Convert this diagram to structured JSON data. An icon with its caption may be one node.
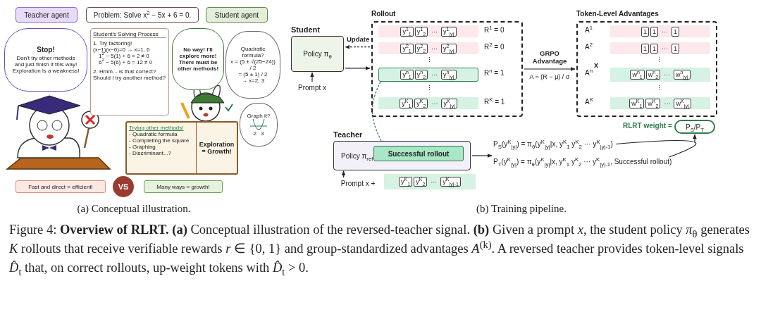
{
  "diagram": {
    "caption": "Figure 4: **Overview of RLRT.** **(a)** Conceptual illustration of the reversed-teacher signal. **(b)** Given a prompt *x*, the student policy *π*$_{θ}$ generates *K* rollouts that receive verifiable rewards *r* ∈ {0, 1} and group-standardized advantages *A*$^{(k)}$. A reversed teacher provides token-level signals *D̂*$_{t}$ that, on correct rollouts, up-weight tokens with *D̂*$_{t}$ > 0.",
    "nodes": [
      {
        "text": [
          "Teacher agent"
        ]
      },
      {
        "text": [
          "Problem: Solve x$^{2}$ − 5x + 6 = 0."
        ]
      },
      {
        "text": [
          "Student agent"
        ]
      },
      {
        "text": [
          "Stop!",
          "Don't try other methods and just finish it this way! Exploration is a weakness!"
        ]
      },
      {
        "text": [
          "Student's Solving Process",
          "1. Try factoring!",
          "(x−1)(x−6)=0 → x=1, 6",
          "1$^{2}$ − 5(1) + 6 = 2 ≠ 0",
          "6$^{2}$ − 5(6) + 6 = 12 ≠ 0",
          "2. Hmm... is that correct? Should I try another method?"
        ]
      },
      {
        "text": [
          "No way! I'll explore more! There must be other methods!"
        ]
      },
      {
        "text": [
          "Quadratic formula?",
          "x = (5 ± √(25−24)) / 2",
          "= (5 ± 1) / 2",
          "→ x=2, 3"
        ]
      },
      {
        "text": [
          "Graph it?",
          "2",
          "3"
        ]
      },
      {
        "text": [
          "Trying other methods!",
          "- Quadratic formula",
          "- Completing the square",
          "- Graphing",
          "- Discriminant...?",
          "Exploration = Growth!"
        ]
      },
      {
        "text": [
          "Fast and direct = efficient!"
        ]
      },
      {
        "text": [
          "VS"
        ]
      },
      {
        "text": [
          "Many ways = growth!"
        ]
      },
      {
        "text": [
          "Student",
          "Policy π$_{θ}$"
        ]
      },
      {
        "text": [
          "Prompt x"
        ]
      },
      {
        "text": [
          "Rollout"
        ]
      },
      {
        "text": [
          "y$^{1}$$_{1}$",
          "y$^{1}$$_{2}$",
          "···",
          "y$^{1}$$_{|y|}$"
        ],
        "in": 14,
        "beside": [
          "R$^{1}$ = 0"
        ]
      },
      {
        "text": [
          "y$^{2}$$_{1}$",
          "y$^{2}$$_{2}$",
          "···",
          "y$^{2}$$_{|y|}$"
        ],
        "in": 14,
        "beside": [
          "R$^{2}$ = 0"
        ]
      },
      {
        "text": [
          "y$^{n}$$_{1}$",
          "y$^{n}$$_{2}$",
          "···",
          "y$^{n}$$_{|y|}$"
        ],
        "in": 14,
        "beside": [
          "R$^{n}$ = 1"
        ]
      },
      {
        "text": [
          "y$^{K}$$_{1}$",
          "y$^{K}$$_{2}$",
          "···",
          "y$^{K}$$_{|y|}$"
        ],
        "in": 14,
        "beside": [
          "R$^{K}$ = 1"
        ]
      },
      {
        "text": [
          "Token-Level Advantages"
        ]
      },
      {
        "text": [
          "1",
          "1",
          "···",
          "1"
        ],
        "in": 19,
        "beside": [
          "A$^{1}$"
        ]
      },
      {
        "text": [
          "1",
          "1",
          "···",
          "1"
        ],
        "in": 19,
        "beside": [
          "A$^{2}$"
        ]
      },
      {
        "text": [
          "w$^{n}$$_{1}$",
          "w$^{n}$$_{2}$",
          "···",
          "w$^{n}$$_{|y|}$"
        ],
        "in": 19,
        "beside": [
          "A$^{n}$"
        ]
      },
      {
        "text": [
          "w$^{K}$$_{1}$",
          "w$^{K}$$_{2}$",
          "···",
          "w$^{K}$$_{|y|}$"
        ],
        "in": 19,
        "beside": [
          "A$^{K}$"
        ]
      },
      {
        "text": [
          "Teacher",
          "Policy π$_{ref}$"
        ]
      },
      {
        "text": [
          "Successful rollout"
        ],
        "in": 24
      },
      {
        "text": [
          "Prompt x +"
        ]
      },
      {
        "text": [
          "y$^{K}$$_{1}$",
          "y$^{K}$$_{2}$",
          "···",
          "y$^{K}$$_{|y|-1}$"
        ]
      },
      {
        "text": [
          "P$_{S}$(y$^{K}$$_{|y|}$) = π$_{θ}$(y$^{K}$$_{|y|}$|x, y$^{K}$$_{1}$ y$^{K}$$_{2}$ ··· y$^{K}$$_{|y|-1}$)",
          "P$_{T}$(y$^{K}$$_{|y|}$) = π$_{θ}$(y$^{K}$$_{|y|}$|x, y$^{K}$$_{1}$ y$^{K}$$_{2}$ ··· y$^{K}$$_{|y|-1}$, Successful rollout)"
        ]
      },
      {
        "text": [
          "P$_{S}$/P$_{T}$"
        ],
        "beside": [
          "RLRT weight ="
        ]
      }
    ],
    "edges": [
      {
        "from": 13,
        "to": 12,
        "arrow": "to"
      },
      {
        "from": 12,
        "to": 14,
        "arrow": "to"
      },
      {
        "from": 14,
        "to": 12,
        "arrow": "to",
        "style": "dashed",
        "label": "Update"
      },
      {
        "from": 14,
        "to": 19,
        "arrow": "to",
        "label": "GRPO Advantage"
      },
      {
        "from": 17,
        "to": 25,
        "arrow": "to",
        "style": "dashed",
        "color": "#2e7d4f"
      },
      {
        "from": 26,
        "to": 24,
        "arrow": "to"
      },
      {
        "from": 24,
        "to": 28,
        "arrow": "to"
      },
      {
        "from": 28,
        "to": 29,
        "arrow": "to"
      }
    ],
    "labels": [
      "(a) Conceptual illustration.",
      "(b) Training pipeline.",
      "⋮",
      "⋮",
      "A = (R − μ) / σ",
      "x",
      "⋮",
      "⋮"
    ]
  }
}
